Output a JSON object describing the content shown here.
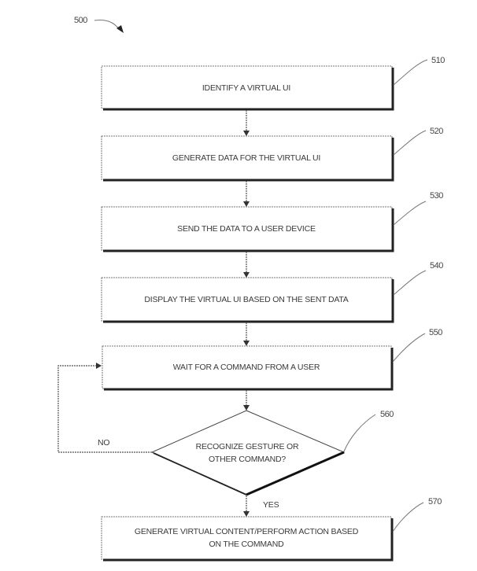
{
  "figure": {
    "ref": "500",
    "steps": [
      {
        "ref": "510",
        "label": "IDENTIFY A VIRTUAL UI"
      },
      {
        "ref": "520",
        "label": "GENERATE DATA FOR THE VIRTUAL UI"
      },
      {
        "ref": "530",
        "label": "SEND THE DATA TO A USER DEVICE"
      },
      {
        "ref": "540",
        "label": "DISPLAY THE VIRTUAL UI BASED ON THE SENT DATA"
      },
      {
        "ref": "550",
        "label": "WAIT FOR A COMMAND FROM A USER"
      }
    ],
    "decision": {
      "ref": "560",
      "line1": "RECOGNIZE GESTURE OR",
      "line2": "OTHER COMMAND?",
      "no_label": "NO",
      "yes_label": "YES"
    },
    "final_step": {
      "ref": "570",
      "line1": "GENERATE VIRTUAL CONTENT/PERFORM ACTION BASED",
      "line2": "ON THE COMMAND"
    }
  }
}
